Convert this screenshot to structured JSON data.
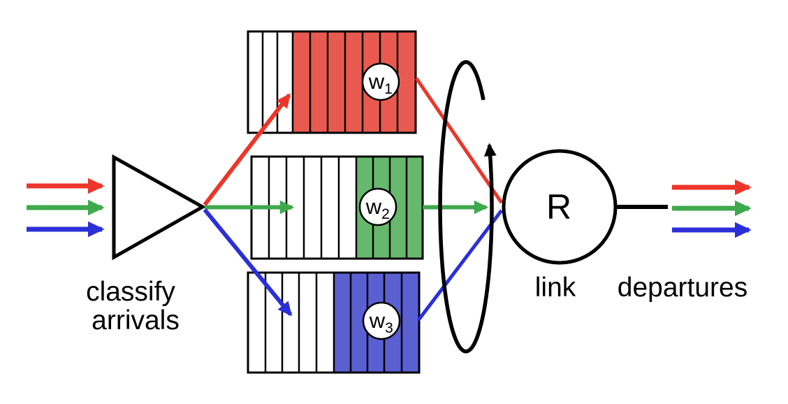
{
  "labels": {
    "classify_line1": "classify",
    "classify_line2": "arrivals",
    "link": "link",
    "departures": "departures",
    "server_rate": "R",
    "weight_symbol": "w",
    "weight_subscripts": {
      "q1": "1",
      "q2": "2",
      "q3": "3"
    }
  },
  "colors": {
    "red": "#ed352a",
    "green": "#3fa94d",
    "blue": "#2b2fd8",
    "red_fill": "#e85a4f",
    "green_fill": "#66b96c",
    "blue_fill": "#5a5fd2",
    "outline": "#000000",
    "background": "#ffffff"
  }
}
